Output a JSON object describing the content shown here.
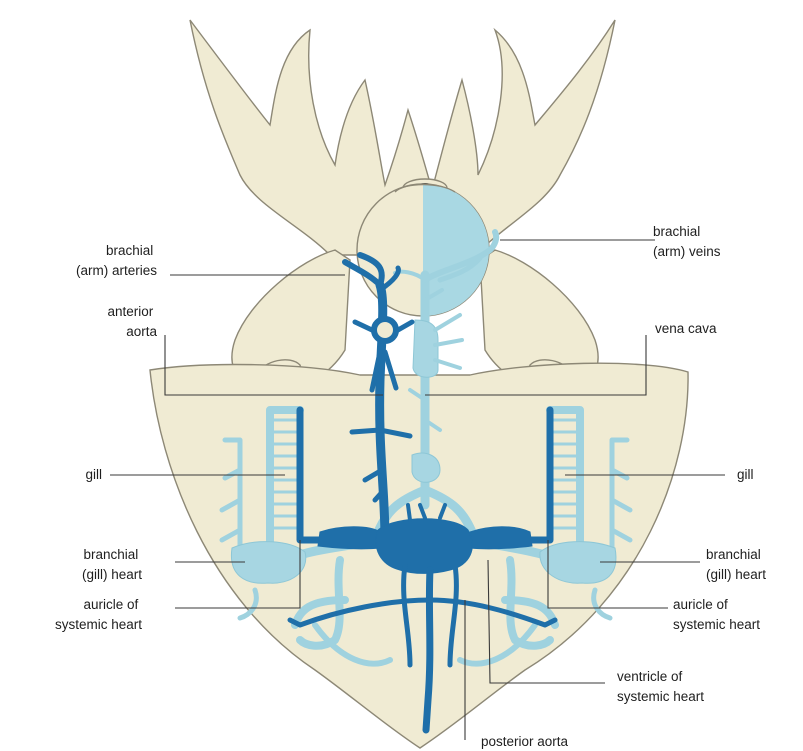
{
  "colors": {
    "body_fill": "#f0ebd3",
    "body_outline": "#8d8876",
    "arteries": "#1f6fa9",
    "veins": "#a7d6e2",
    "background": "#ffffff"
  },
  "labels": {
    "brachial_arteries": [
      "brachial",
      "(arm) arteries"
    ],
    "brachial_veins": [
      "brachial",
      "(arm) veins"
    ],
    "anterior_aorta": [
      "anterior",
      "aorta"
    ],
    "vena_cava": [
      "vena cava"
    ],
    "gill_left": [
      "gill"
    ],
    "gill_right": [
      "gill"
    ],
    "branchial_heart_left": [
      "branchial",
      "(gill) heart"
    ],
    "branchial_heart_right": [
      "branchial",
      "(gill) heart"
    ],
    "auricle_left": [
      "auricle of",
      "systemic heart"
    ],
    "auricle_right": [
      "auricle of",
      "systemic heart"
    ],
    "ventricle": [
      "ventricle of",
      "systemic heart"
    ],
    "posterior_aorta": [
      "posterior aorta"
    ]
  }
}
